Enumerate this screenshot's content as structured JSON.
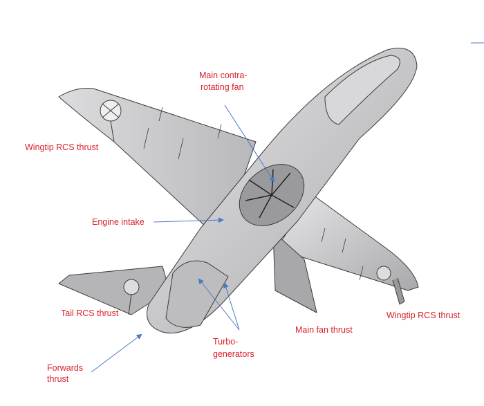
{
  "labels": {
    "main_fan_line1": "Main  contra-",
    "main_fan_line2": "rotating fan",
    "wingtip_left": "Wingtip RCS thrust",
    "engine_intake": "Engine intake",
    "tail_rcs": "Tail RCS thrust",
    "forwards_line1": "Forwards",
    "forwards_line2": "thrust",
    "turbo_line1": "Turbo-",
    "turbo_line2": "generators",
    "main_fan_thrust": "Main fan thrust",
    "wingtip_right": "Wingtip RCS thrust"
  },
  "colors": {
    "label": "#d9202a",
    "arrow": "#4a78c2",
    "body": "#c9c9cb",
    "outline": "#3a3a3a"
  }
}
